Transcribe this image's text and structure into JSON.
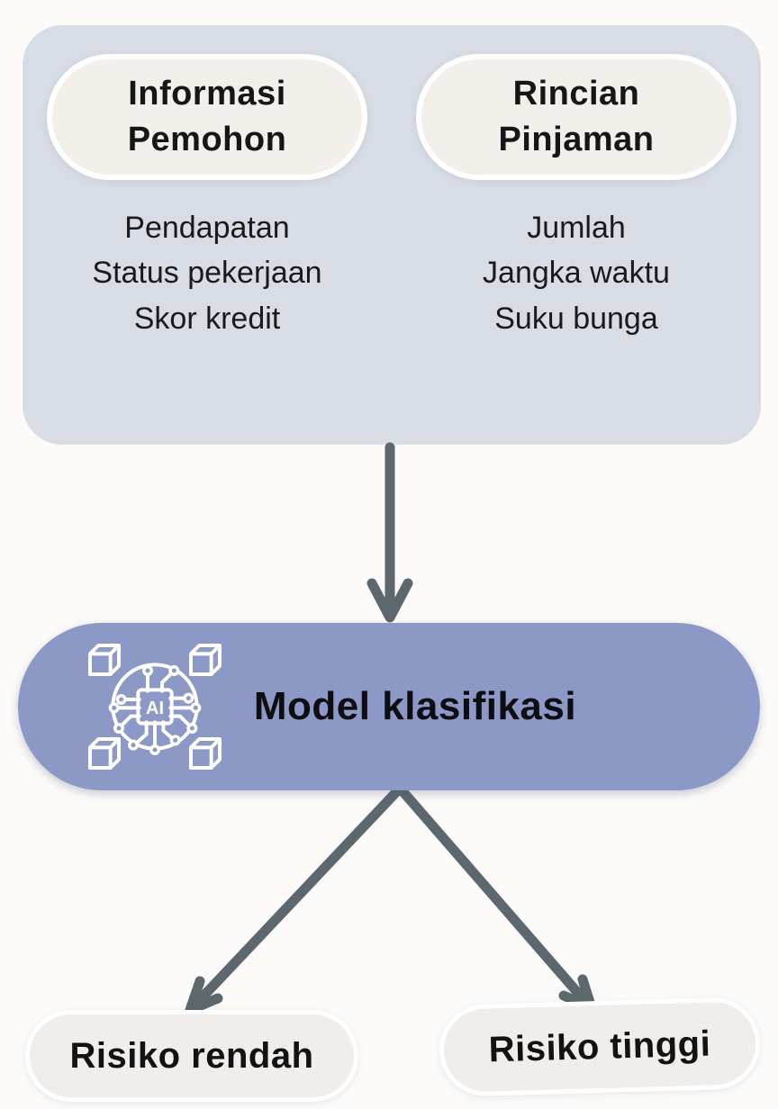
{
  "diagram": {
    "inputs_panel": {
      "groups": [
        {
          "title_lines": [
            "Informasi",
            "Pemohon"
          ],
          "items": [
            "Pendapatan",
            "Status pekerjaan",
            "Skor kredit"
          ]
        },
        {
          "title_lines": [
            "Rincian",
            "Pinjaman"
          ],
          "items": [
            "Jumlah",
            "Jangka waktu",
            "Suku bunga"
          ]
        }
      ]
    },
    "model": {
      "label": "Model klasifikasi",
      "icon_label": "AI"
    },
    "outputs": [
      {
        "label": "Risiko rendah"
      },
      {
        "label": "Risiko tinggi"
      }
    ],
    "colors": {
      "page_background": "#fcfbf9",
      "inputs_panel_background": "#d7dce5",
      "header_pill_background": "#f3efea",
      "header_pill_border": "#ffffff",
      "model_node_background": "#8c98c6",
      "output_pill_background": "#f1edeb",
      "arrow": "#5c686e",
      "text": "#141414"
    }
  }
}
